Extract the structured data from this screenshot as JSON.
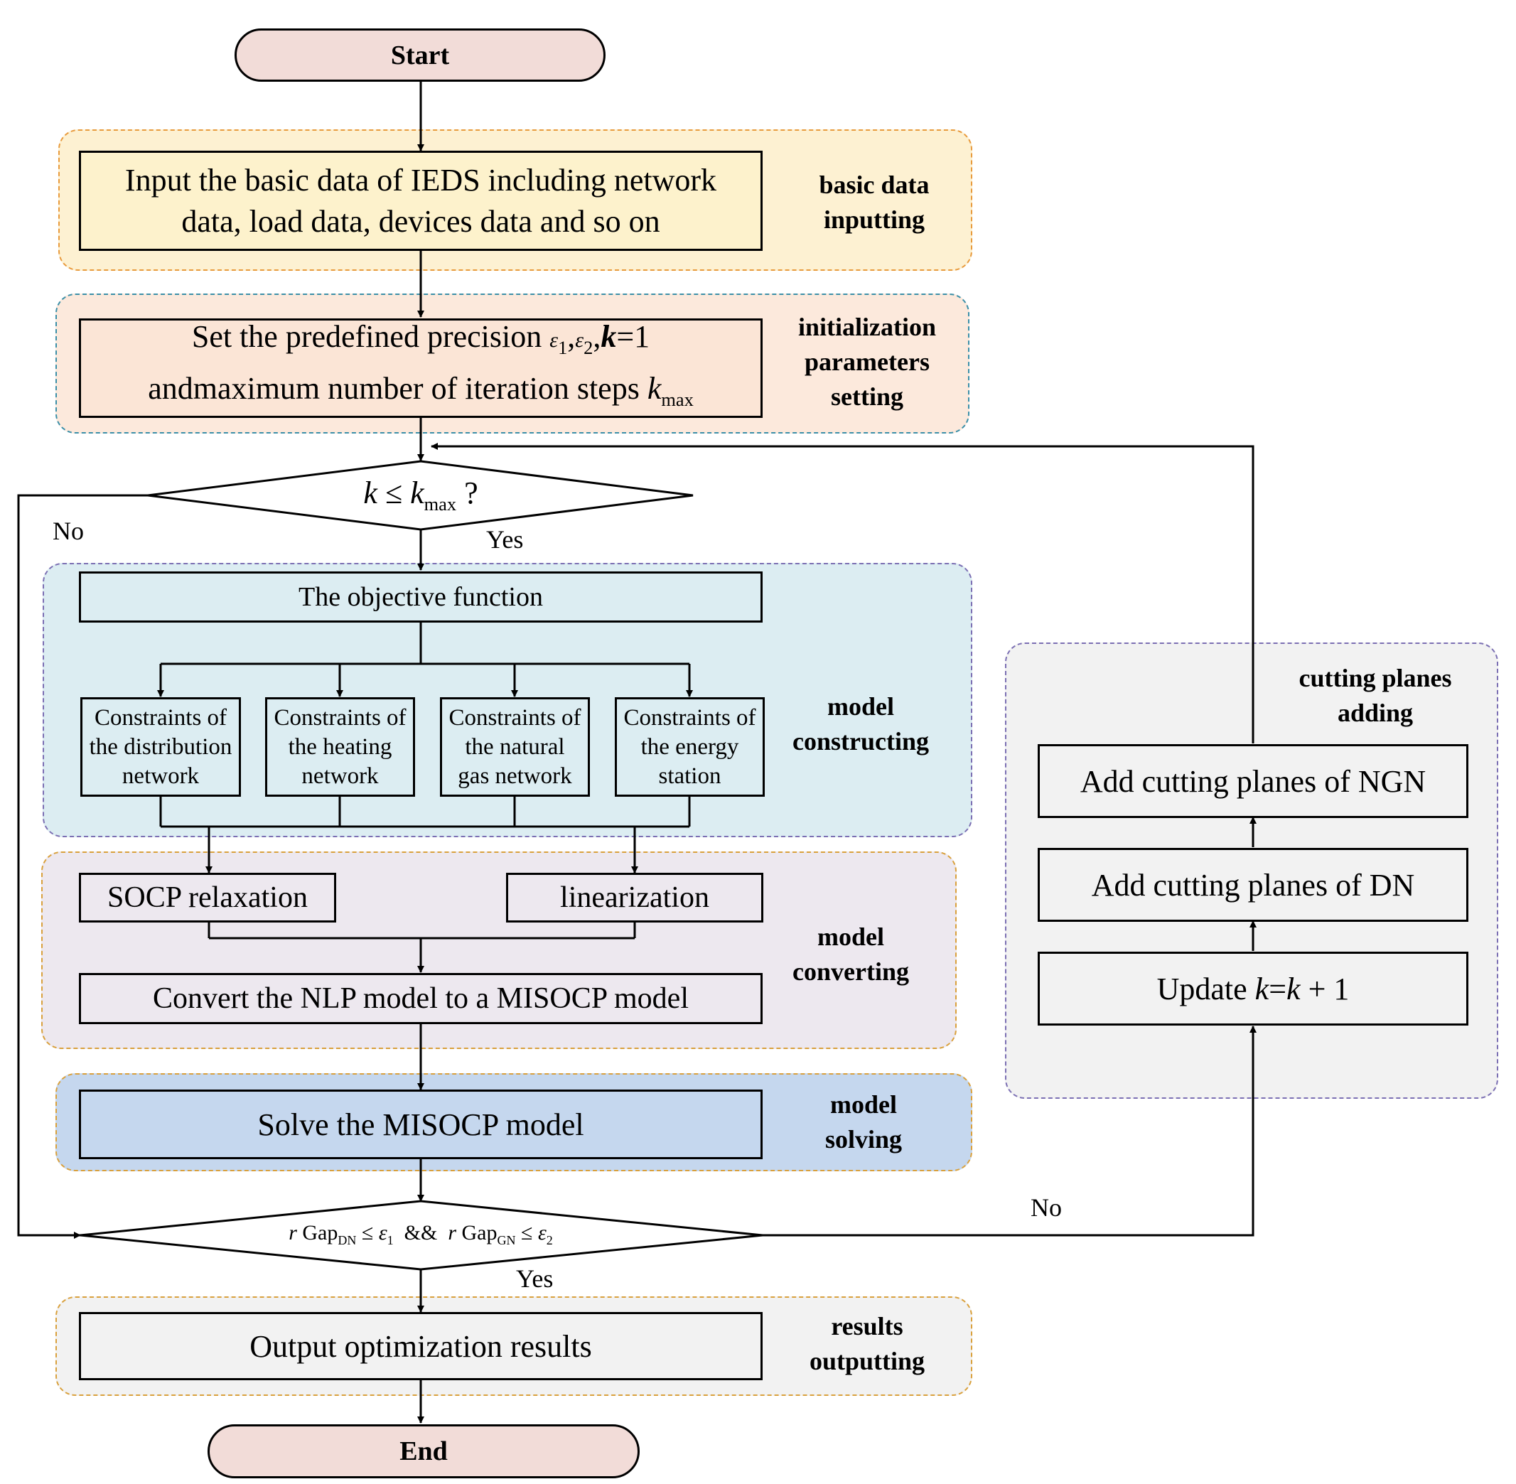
{
  "start": "Start",
  "end": "End",
  "basic": {
    "box_line1": "Input the basic  data of IEDS including network",
    "box_line2": "data, load data, devices data and so on",
    "label_line1": "basic data",
    "label_line2": "inputting"
  },
  "init": {
    "line1_pre": "Set the predefined precision ",
    "eps1": "ε",
    "eps1_sub": "1",
    "eps2": "ε",
    "eps2_sub": "2",
    "k": "k",
    "k_val": "=1",
    "line2_pre": "andmaximum number of iteration steps ",
    "kmax": "k",
    "kmax_sub": "max",
    "label_line1": "initialization",
    "label_line2": "parameters",
    "label_line3": "setting"
  },
  "decision1": {
    "k": "k",
    "leq": " ≤ ",
    "kmax": "k",
    "kmax_sub": "max",
    "q": " ?",
    "no": "No",
    "yes": "Yes"
  },
  "construct": {
    "objective": "The objective function",
    "constraints": [
      {
        "l1": "Constraints of",
        "l2": "the distribution",
        "l3": "network"
      },
      {
        "l1": "Constraints of",
        "l2": "the heating",
        "l3": "network"
      },
      {
        "l1": "Constraints of",
        "l2": "the natural",
        "l3": "gas network"
      },
      {
        "l1": "Constraints of",
        "l2": "the energy",
        "l3": "station"
      }
    ],
    "label_line1": "model",
    "label_line2": "constructing"
  },
  "convert": {
    "socp": "SOCP relaxation",
    "linear": "linearization",
    "misocp": "Convert the NLP model to a MISOCP model",
    "label_line1": "model",
    "label_line2": "converting"
  },
  "solve": {
    "box": "Solve the MISOCP model",
    "label_line1": "model",
    "label_line2": "solving"
  },
  "decision2": {
    "r1": "r",
    "gap1": " Gap",
    "sub1": "DN",
    "leq1": " ≤ ",
    "eps1": "ε",
    "eps1_sub": "1",
    "and": "  &&  ",
    "r2": "r",
    "gap2": " Gap",
    "sub2": "GN",
    "leq2": " ≤ ",
    "eps2": "ε",
    "eps2_sub": "2",
    "no": "No",
    "yes": "Yes"
  },
  "output": {
    "box": "Output optimization results",
    "label_line1": "results",
    "label_line2": "outputting"
  },
  "cutting": {
    "label_line1": "cutting planes",
    "label_line2": "adding",
    "ngn": "Add cutting planes of NGN",
    "dn": "Add cutting planes of DN",
    "update_pre": "Update ",
    "k1": "k",
    "eq": "=",
    "k2": "k",
    "plus": " + 1"
  },
  "colors": {
    "basic_panel": "#fdf1d2",
    "basic_box": "#fdf2cc",
    "init_panel": "#fce9dc",
    "init_box": "#fbe5d6",
    "construct_panel": "#dcedf2",
    "convert_panel": "#ede8ef",
    "solve_panel": "#c5d7ee",
    "output_panel": "#f2f2f2",
    "cutting_panel": "#f2f2f2",
    "terminal": "#f2dcd8"
  }
}
